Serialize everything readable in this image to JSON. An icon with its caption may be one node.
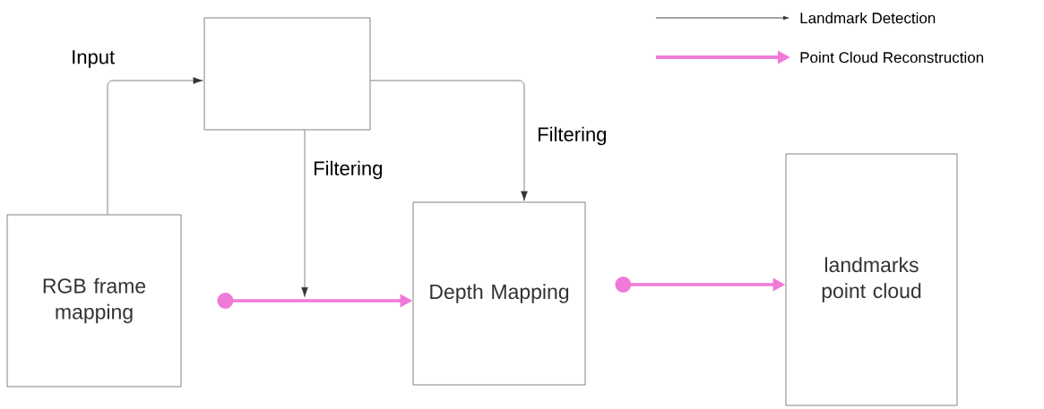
{
  "diagram": {
    "nodes": [
      {
        "text": [
          "RGB frame mapping"
        ]
      },
      {
        "text": [],
        "shape": "box"
      },
      {
        "text": [
          "Depth Mapping"
        ]
      },
      {
        "text": [
          "landmarks point cloud"
        ]
      }
    ],
    "edges": [
      {
        "from": 0,
        "to": 1,
        "arrow": "to",
        "label": "Input"
      },
      {
        "from": 1,
        "to": null,
        "arrow": "to",
        "label": "Filtering"
      },
      {
        "from": 1,
        "to": 2,
        "arrow": "to",
        "label": "Filtering"
      },
      {
        "from": 0,
        "to": 2,
        "arrow": "to",
        "style": "thick",
        "color": "#f07ad8"
      },
      {
        "from": 2,
        "to": 3,
        "arrow": "to",
        "style": "thick",
        "color": "#f07ad8"
      }
    ],
    "legend": [
      {
        "text": "Landmark Detection"
      },
      {
        "text": "Point Cloud Reconstruction"
      }
    ]
  }
}
